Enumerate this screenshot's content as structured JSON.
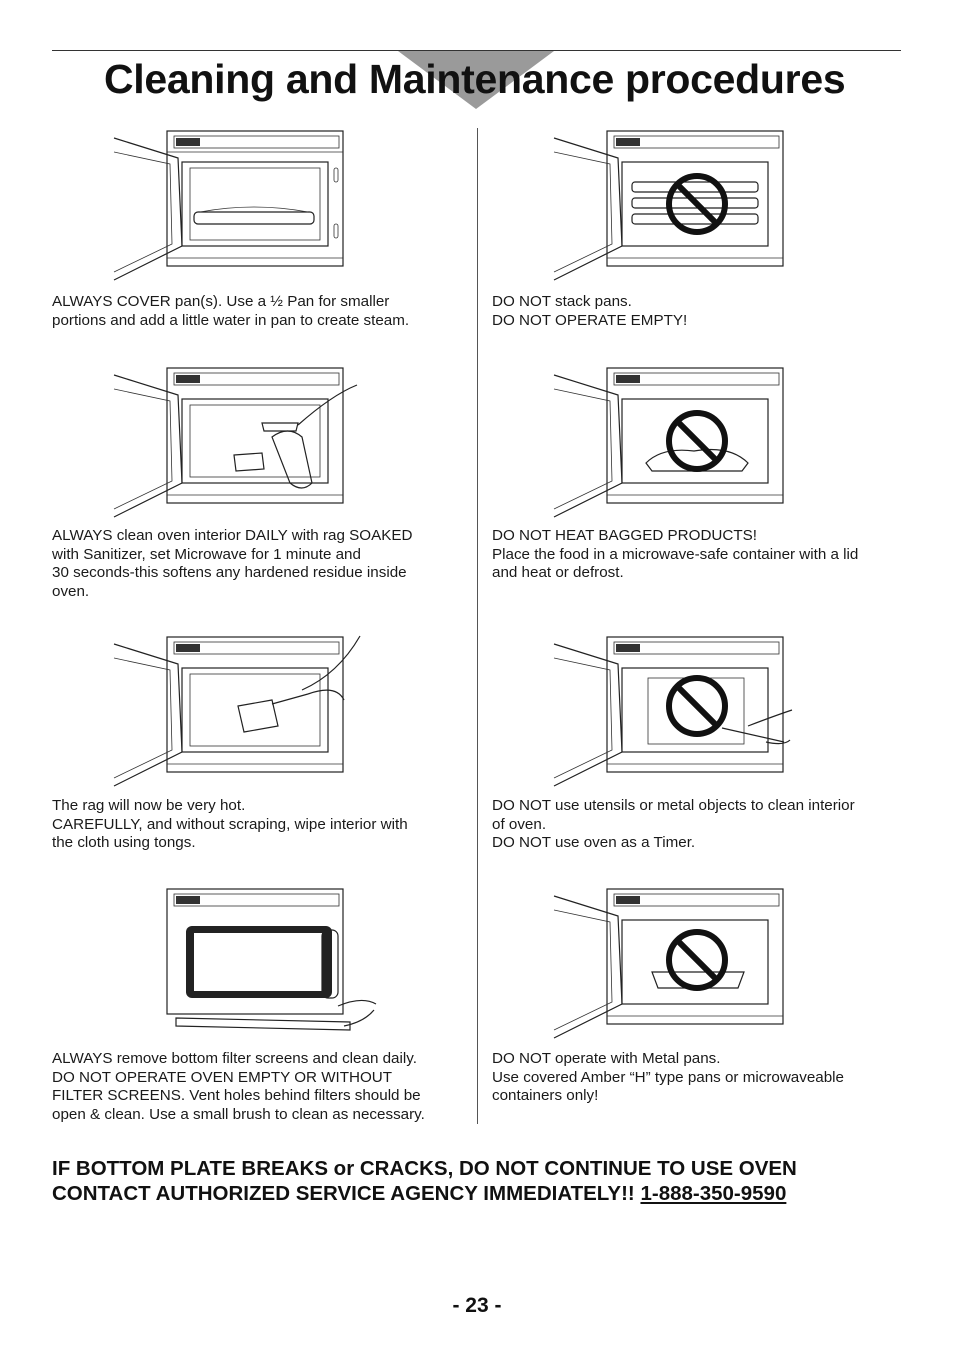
{
  "page": {
    "title": "Cleaning and Maintenance procedures",
    "number": "- 23 -"
  },
  "left_column": [
    {
      "illustration": "covered-pan-oven",
      "lines": [
        "ALWAYS COVER pan(s). Use a ½ Pan for smaller",
        "portions and add a little water in pan to create steam."
      ]
    },
    {
      "illustration": "spray-sanitizer-oven",
      "lines": [
        "ALWAYS clean oven interior DAILY with rag SOAKED",
        "with Sanitizer, set Microwave for 1 minute and",
        "30 seconds-this softens any hardened residue inside",
        "oven."
      ]
    },
    {
      "illustration": "wipe-interior-tongs",
      "lines": [
        "The rag will now be very hot.",
        "CAREFULLY, and without scraping, wipe interior with",
        "the cloth using tongs."
      ]
    },
    {
      "illustration": "remove-filter-screen",
      "lines": [
        "ALWAYS remove bottom filter screens and clean daily.",
        "DO NOT OPERATE OVEN EMPTY OR WITHOUT",
        "FILTER SCREENS. Vent holes behind filters should be",
        "open & clean. Use a small brush to clean as necessary."
      ]
    }
  ],
  "right_column": [
    {
      "illustration": "stacked-pans-prohibited",
      "lines": [
        "DO NOT stack pans.",
        "DO NOT OPERATE EMPTY!"
      ]
    },
    {
      "illustration": "bagged-product-prohibited",
      "lines": [
        "DO NOT HEAT BAGGED PRODUCTS!",
        "Place the food in a microwave-safe container with a lid",
        "and heat or defrost."
      ]
    },
    {
      "illustration": "metal-utensil-prohibited",
      "lines": [
        "DO NOT use utensils or metal objects to clean interior",
        "of oven.",
        "DO NOT use oven as a Timer."
      ]
    },
    {
      "illustration": "metal-pan-prohibited",
      "lines": [
        "DO NOT operate with Metal pans.",
        "Use covered Amber “H” type pans or microwaveable",
        "containers only!"
      ]
    }
  ],
  "warning": {
    "line1": "IF BOTTOM PLATE BREAKS or CRACKS, DO NOT CONTINUE TO USE OVEN",
    "line2": "CONTACT AUTHORIZED SERVICE AGENCY IMMEDIATELY!!",
    "phone": "1-888-350-9590"
  },
  "colors": {
    "text": "#1a1a1a",
    "header_triangle": "#9a9a9a",
    "rules": "#333333"
  }
}
